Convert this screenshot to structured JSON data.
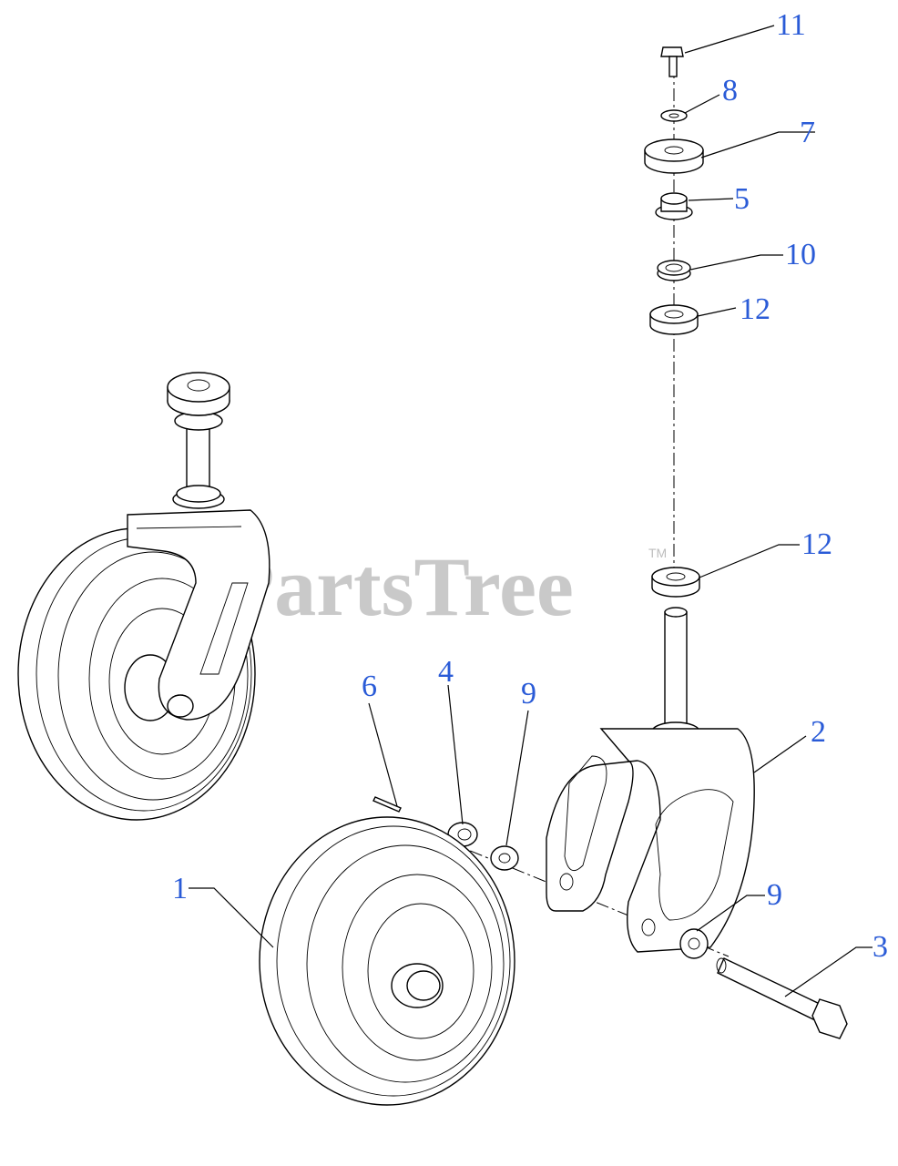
{
  "watermark": {
    "text": "PartsTree",
    "trademark": "TM"
  },
  "callouts": [
    {
      "label": "11",
      "part": "hex-bolt"
    },
    {
      "label": "8",
      "part": "washer"
    },
    {
      "label": "7",
      "part": "dust-cap"
    },
    {
      "label": "5",
      "part": "flange-nut"
    },
    {
      "label": "10",
      "part": "seal"
    },
    {
      "label": "12",
      "part": "upper-bearing"
    },
    {
      "label": "12",
      "part": "lower-bearing"
    },
    {
      "label": "2",
      "part": "caster-fork"
    },
    {
      "label": "9",
      "part": "inner-spacer"
    },
    {
      "label": "4",
      "part": "castle-nut"
    },
    {
      "label": "6",
      "part": "cotter-pin"
    },
    {
      "label": "1",
      "part": "wheel-assembly"
    },
    {
      "label": "9",
      "part": "outer-spacer"
    },
    {
      "label": "3",
      "part": "axle-bolt"
    }
  ]
}
